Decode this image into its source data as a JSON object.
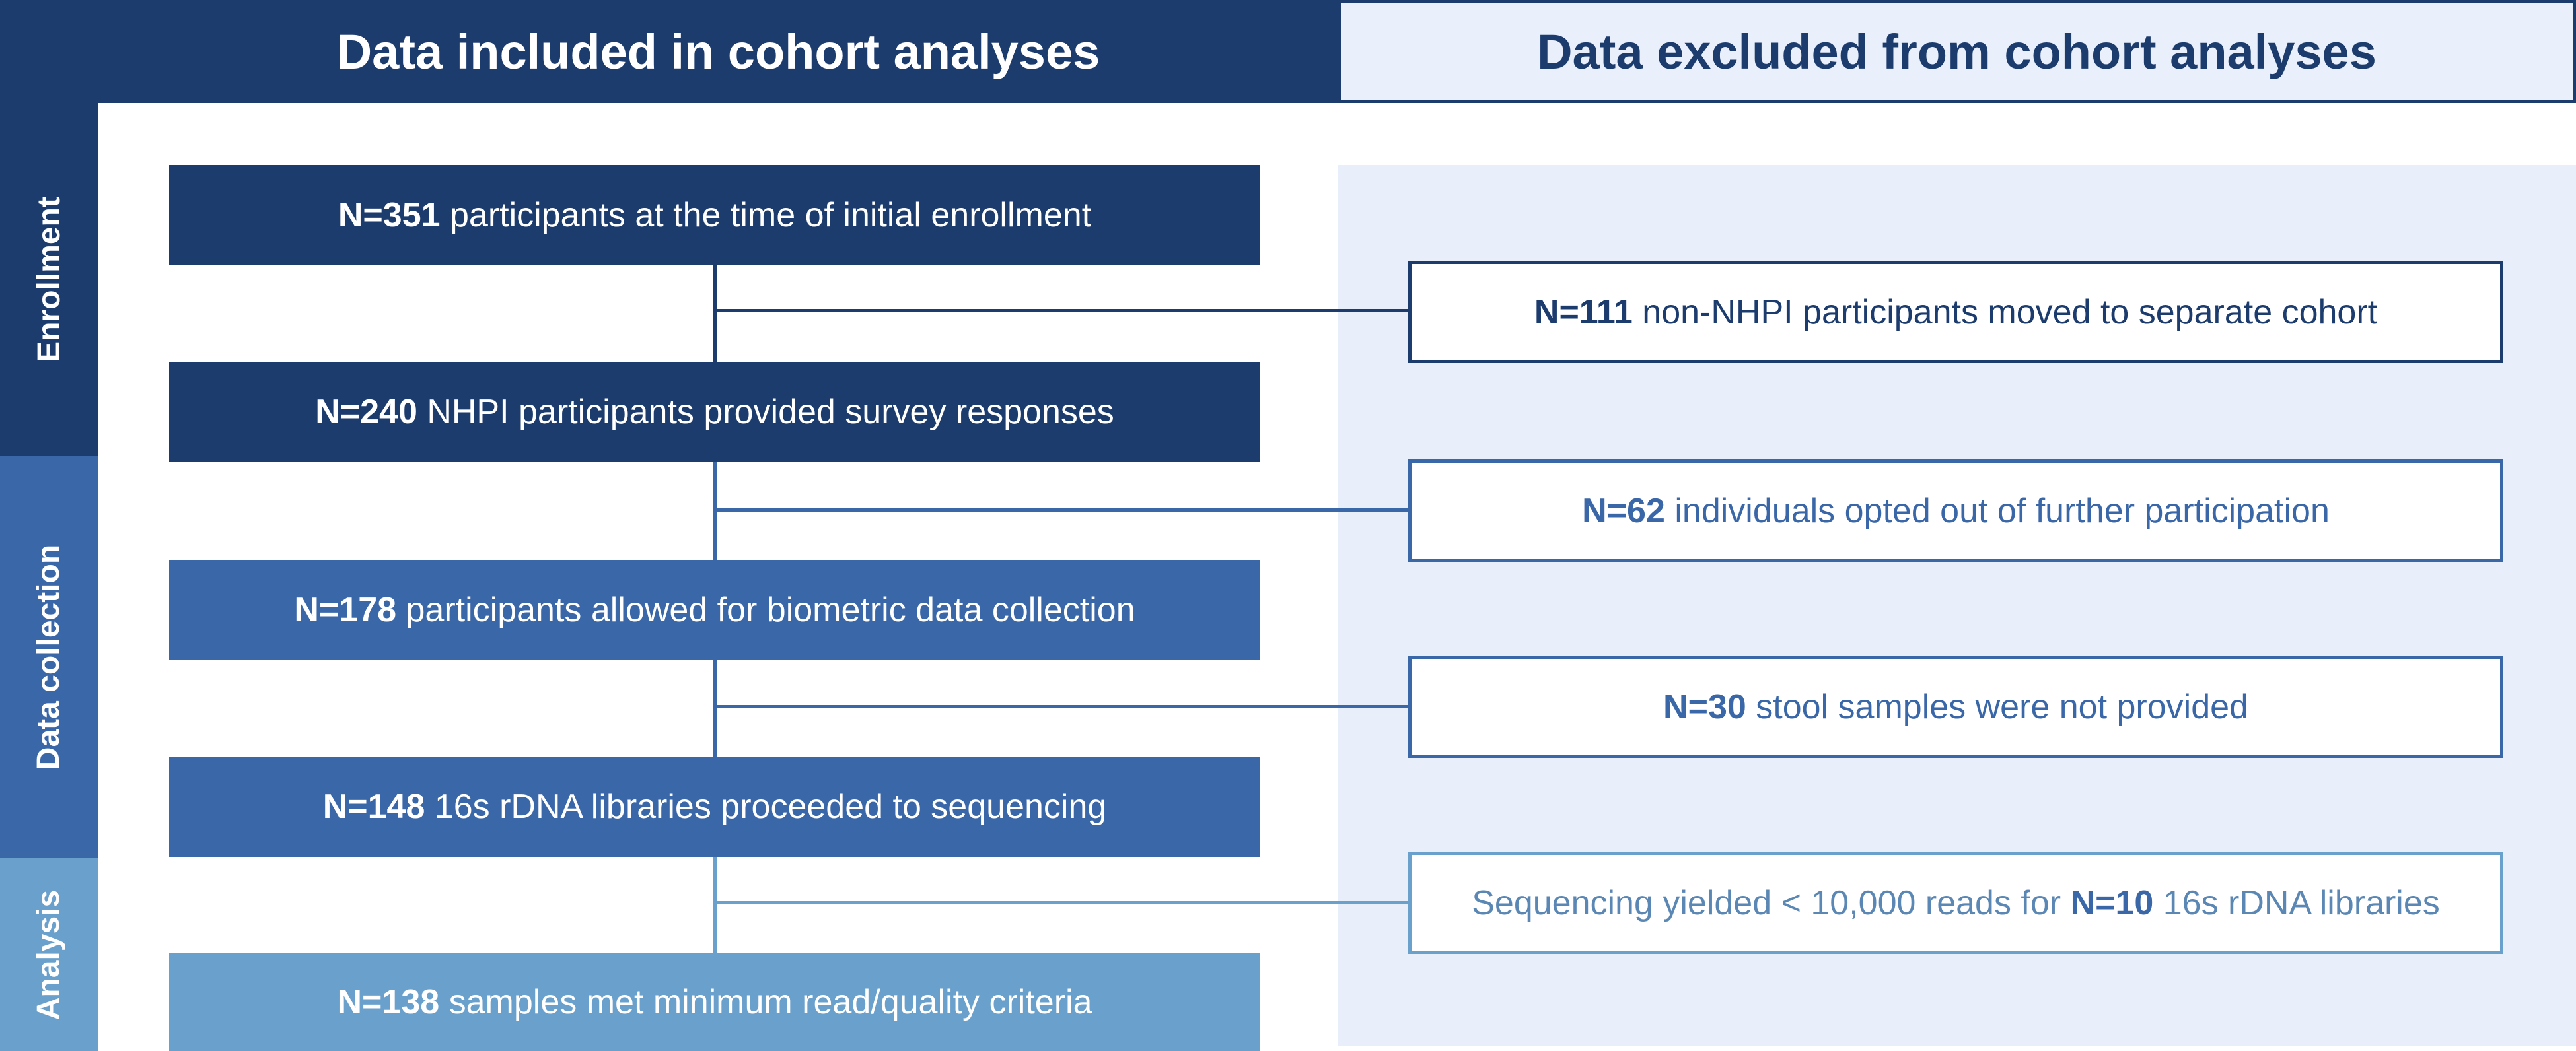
{
  "headers": {
    "included": "Data included in cohort analyses",
    "excluded": "Data excluded from cohort analyses"
  },
  "stages": {
    "enrollment": "Enrollment",
    "data_collection": "Data collection",
    "analysis": "Analysis"
  },
  "included_boxes": [
    {
      "count": "N=351",
      "text": " participants at the time of initial enrollment"
    },
    {
      "count": "N=240",
      "text": " NHPI participants provided survey responses"
    },
    {
      "count": "N=178",
      "text": " participants allowed for biometric data collection"
    },
    {
      "count": "N=148",
      "text": " 16s rDNA libraries proceeded to sequencing"
    },
    {
      "count": "N=138",
      "text": " samples met minimum read/quality criteria"
    }
  ],
  "excluded_boxes": [
    {
      "pre": "",
      "count": "N=111",
      "text": " non-NHPI participants moved to separate cohort"
    },
    {
      "pre": "",
      "count": "N=62",
      "text": " individuals opted out of further participation"
    },
    {
      "pre": "",
      "count": "N=30",
      "text": " stool samples were not provided"
    },
    {
      "pre": "Sequencing yielded < 10,000 reads for ",
      "count": "N=10",
      "text": " 16s rDNA libraries"
    }
  ],
  "colors": {
    "enrollment": "#1d3c6e",
    "data_collection": "#3a67a8",
    "analysis": "#6aa0cc",
    "excluded_bg": "#e8effb"
  }
}
